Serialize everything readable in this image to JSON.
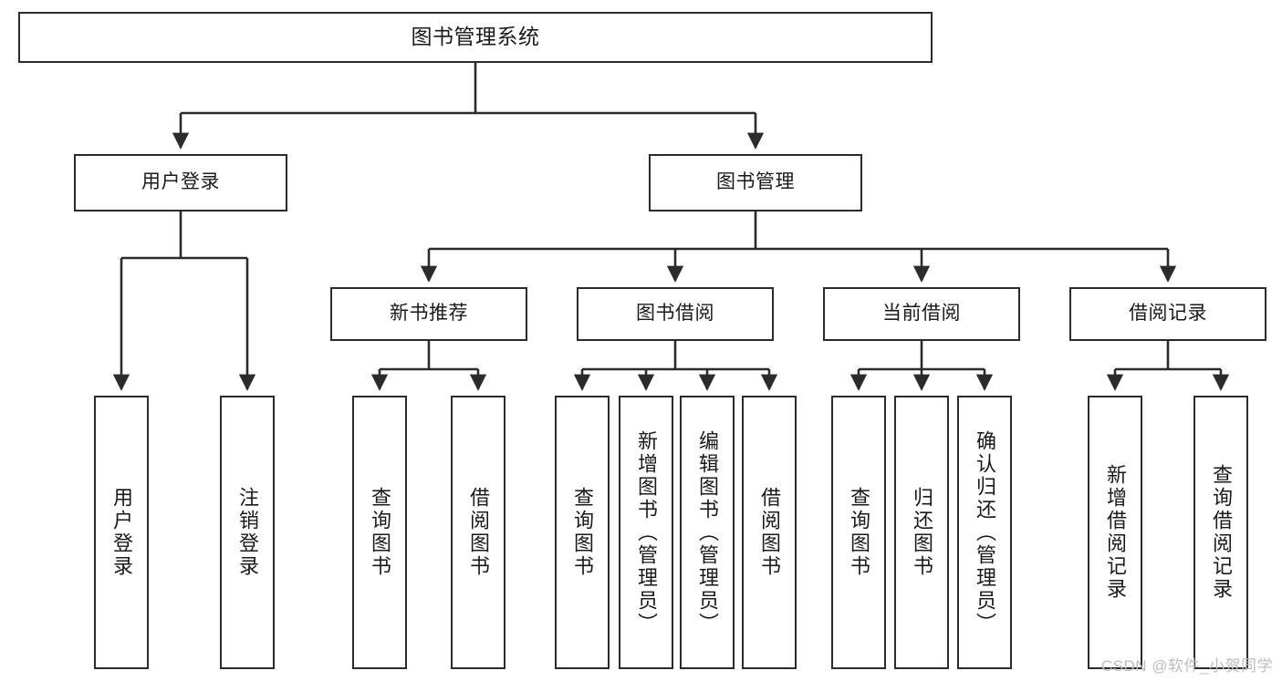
{
  "diagram": {
    "title": "图书管理系统",
    "watermark": "CSDN @软件_小贺同学",
    "stroke_color": "#2b2b2b",
    "fill_color": "#ffffff",
    "text_color": "#1a1a1a",
    "watermark_color": "#bdbdbd",
    "root": {
      "label": "图书管理系统"
    },
    "level1": [
      {
        "label": "用户登录"
      },
      {
        "label": "图书管理"
      }
    ],
    "level2": [
      {
        "label": "新书推荐"
      },
      {
        "label": "图书借阅"
      },
      {
        "label": "当前借阅"
      },
      {
        "label": "借阅记录"
      }
    ],
    "leaves": {
      "user_login": [
        {
          "label": "用户登录"
        },
        {
          "label": "注销登录"
        }
      ],
      "new_book_recommend": [
        {
          "label": "查询图书"
        },
        {
          "label": "借阅图书"
        }
      ],
      "book_borrow": [
        {
          "label": "查询图书"
        },
        {
          "label": "新增图书（管理员）"
        },
        {
          "label": "编辑图书（管理员）"
        },
        {
          "label": "借阅图书"
        }
      ],
      "current_borrow": [
        {
          "label": "查询图书"
        },
        {
          "label": "归还图书"
        },
        {
          "label": "确认归还（管理员）"
        }
      ],
      "borrow_record": [
        {
          "label": "新增借阅记录"
        },
        {
          "label": "查询借阅记录"
        }
      ]
    }
  },
  "chart_data": {
    "type": "diagram",
    "title": "图书管理系统",
    "orientation": "top-down tree",
    "nodes": [
      {
        "id": "root",
        "label": "图书管理系统",
        "level": 0
      },
      {
        "id": "n1",
        "label": "用户登录",
        "level": 1
      },
      {
        "id": "n2",
        "label": "图书管理",
        "level": 1
      },
      {
        "id": "n3",
        "label": "新书推荐",
        "level": 2
      },
      {
        "id": "n4",
        "label": "图书借阅",
        "level": 2
      },
      {
        "id": "n5",
        "label": "当前借阅",
        "level": 2
      },
      {
        "id": "n6",
        "label": "借阅记录",
        "level": 2
      },
      {
        "id": "l1",
        "label": "用户登录",
        "level": 3
      },
      {
        "id": "l2",
        "label": "注销登录",
        "level": 3
      },
      {
        "id": "l3",
        "label": "查询图书",
        "level": 3
      },
      {
        "id": "l4",
        "label": "借阅图书",
        "level": 3
      },
      {
        "id": "l5",
        "label": "查询图书",
        "level": 3
      },
      {
        "id": "l6",
        "label": "新增图书（管理员）",
        "level": 3
      },
      {
        "id": "l7",
        "label": "编辑图书（管理员）",
        "level": 3
      },
      {
        "id": "l8",
        "label": "借阅图书",
        "level": 3
      },
      {
        "id": "l9",
        "label": "查询图书",
        "level": 3
      },
      {
        "id": "l10",
        "label": "归还图书",
        "level": 3
      },
      {
        "id": "l11",
        "label": "确认归还（管理员）",
        "level": 3
      },
      {
        "id": "l12",
        "label": "新增借阅记录",
        "level": 3
      },
      {
        "id": "l13",
        "label": "查询借阅记录",
        "level": 3
      }
    ],
    "edges": [
      [
        "root",
        "n1"
      ],
      [
        "root",
        "n2"
      ],
      [
        "n1",
        "l1"
      ],
      [
        "n1",
        "l2"
      ],
      [
        "n2",
        "n3"
      ],
      [
        "n2",
        "n4"
      ],
      [
        "n2",
        "n5"
      ],
      [
        "n2",
        "n6"
      ],
      [
        "n3",
        "l3"
      ],
      [
        "n3",
        "l4"
      ],
      [
        "n4",
        "l5"
      ],
      [
        "n4",
        "l6"
      ],
      [
        "n4",
        "l7"
      ],
      [
        "n4",
        "l8"
      ],
      [
        "n5",
        "l9"
      ],
      [
        "n5",
        "l10"
      ],
      [
        "n5",
        "l11"
      ],
      [
        "n6",
        "l12"
      ],
      [
        "n6",
        "l13"
      ]
    ]
  }
}
